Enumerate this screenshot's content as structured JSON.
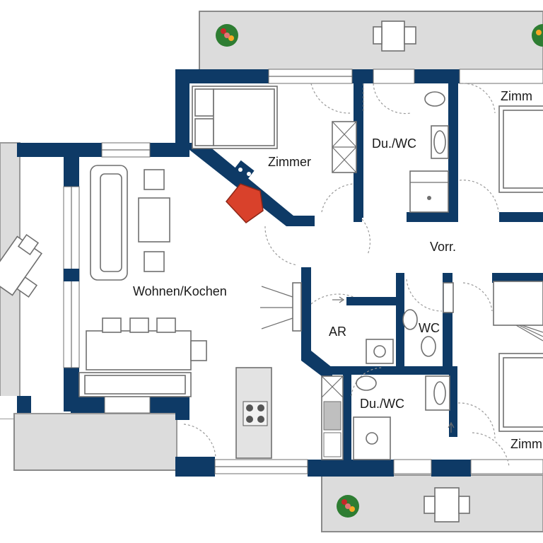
{
  "rooms": {
    "zimmer_nw": "Zimmer",
    "zimmer_ne": "Zimm",
    "zimmer_se": "Zimm",
    "bad_north": "Du./WC",
    "bad_south": "Du./WC",
    "wc": "WC",
    "ar": "AR",
    "vorraum": "Vorr.",
    "wohnen": "Wohnen/Kochen"
  },
  "colors": {
    "wall": "#0e3a66",
    "terrace": "#dcdcdc",
    "fireplace": "#d9412b",
    "plant": "#2e7d32"
  },
  "icons": {
    "plant": "potted-plant-icon",
    "fireplace": "fireplace-icon",
    "stove": "stove-icon"
  }
}
